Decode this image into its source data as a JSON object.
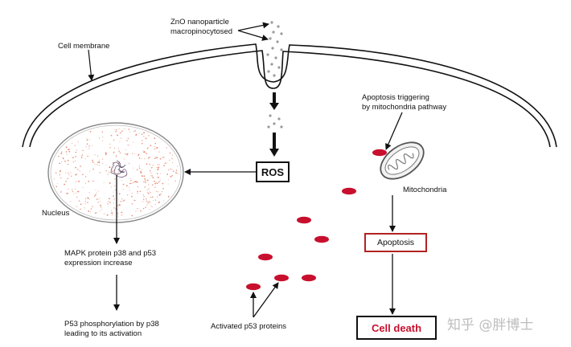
{
  "labels": {
    "zno": "ZnO nanoparticle\nmacropinocytosed",
    "cell_membrane": "Cell membrane",
    "nucleus": "Nucleus",
    "ros": "ROS",
    "apoptosis_triggering": "Apoptosis triggering\nby mitochondria pathway",
    "mitochondria": "Mitochondria",
    "apoptosis": "Apoptosis",
    "cell_death": "Cell death",
    "mapk": "MAPK protein p38 and p53\nexpression increase",
    "p53_phos": "P53 phosphorylation by p38\nleading to its activation",
    "activated_p53": "Activated p53 proteins"
  },
  "watermark": "知乎 @胖博士",
  "colors": {
    "p53_protein": "#c8102e",
    "apoptosis_border": "#b22222",
    "cell_death_text": "#c8102e",
    "nucleus_dots": "#e07a5f",
    "line": "#111111"
  }
}
